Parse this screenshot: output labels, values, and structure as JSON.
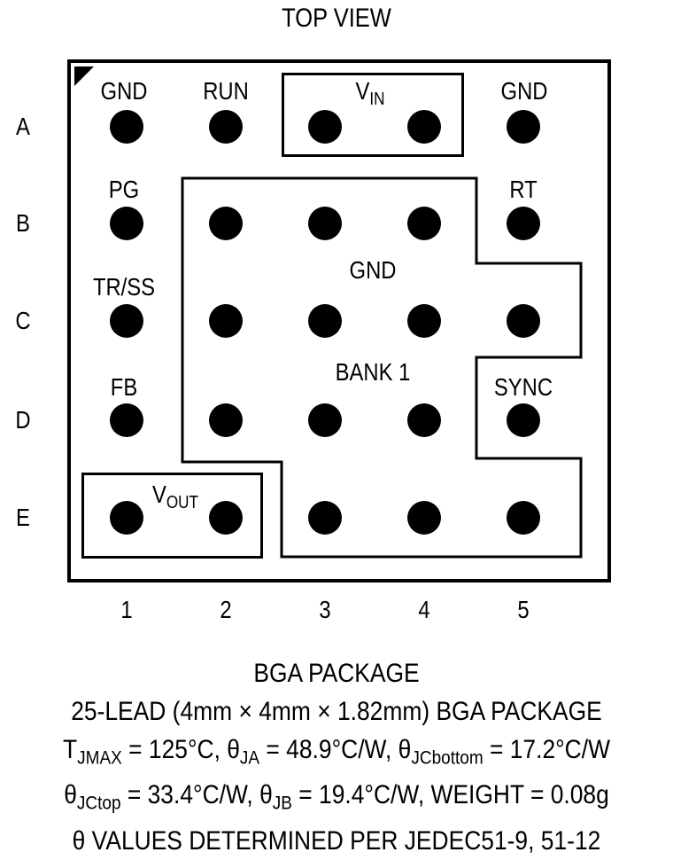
{
  "title": "TOP VIEW",
  "rows": [
    "A",
    "B",
    "C",
    "D",
    "E"
  ],
  "columns": [
    "1",
    "2",
    "3",
    "4",
    "5"
  ],
  "pin_labels": {
    "gnd_a1": "GND",
    "run": "RUN",
    "vin_main": "V",
    "vin_sub": "IN",
    "gnd_a5": "GND",
    "pg": "PG",
    "rt": "RT",
    "trss": "TR/SS",
    "fb": "FB",
    "sync": "SYNC",
    "gnd_bank": "GND",
    "bank": "BANK 1",
    "vout_main": "V",
    "vout_sub": "OUT"
  },
  "notes": {
    "line1": "BGA PACKAGE",
    "line2": "25-LEAD (4mm × 4mm × 1.82mm) BGA PACKAGE",
    "tjmax_label": "T",
    "tjmax_sub": "JMAX",
    "tjmax_val": " = 125°C, θ",
    "ja_sub": "JA",
    "ja_val": " = 48.9°C/W, θ",
    "jcb_sub": "JCbottom",
    "jcb_val": " = 17.2°C/W",
    "theta": "θ",
    "jct_sub": "JCtop",
    "jct_val": " = 33.4°C/W, θ",
    "jb_sub": "JB",
    "jb_val": " = 19.4°C/W, WEIGHT = 0.08g",
    "line5": "θ VALUES DETERMINED PER JEDEC51-9, 51-12"
  }
}
